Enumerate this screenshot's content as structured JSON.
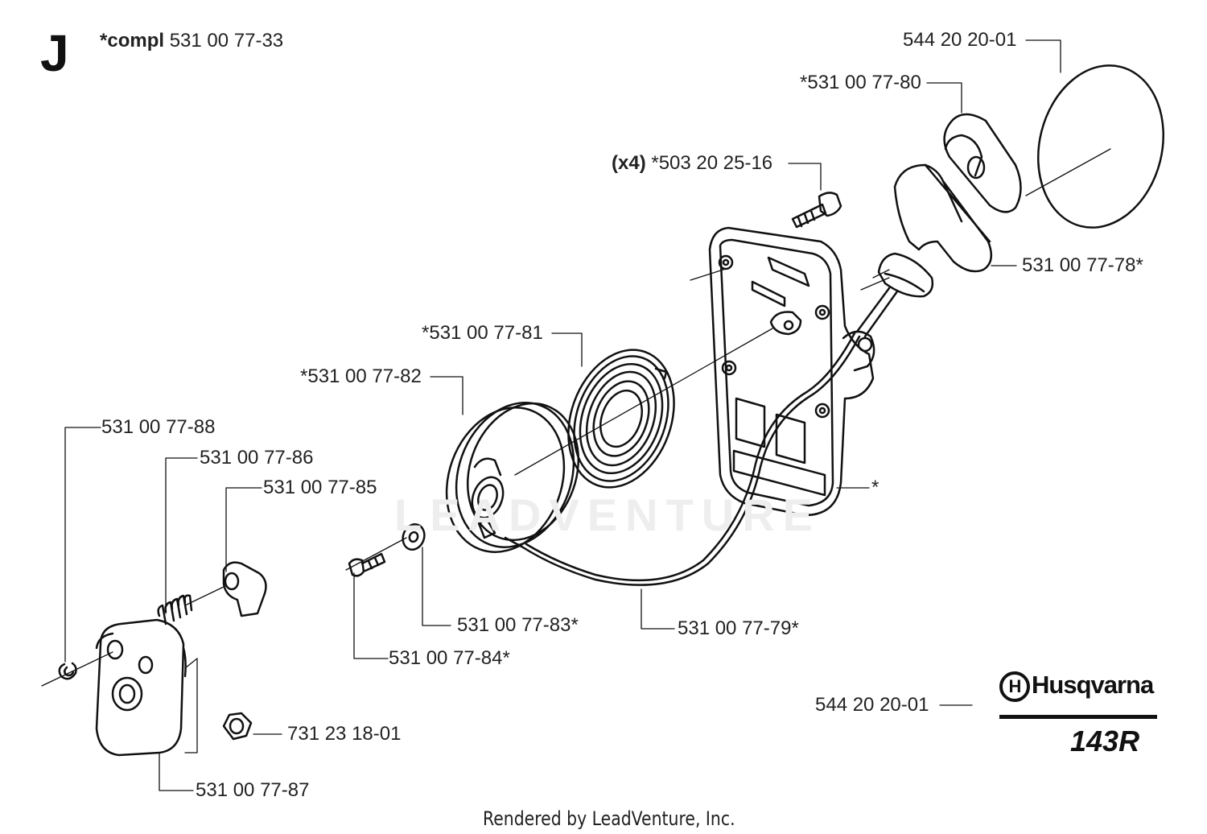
{
  "header": {
    "section_letter": "J",
    "compl_prefix": "*compl",
    "compl_number": "531 00 77-33"
  },
  "callouts": {
    "p544_top": "544 20 20-01",
    "p80": "*531 00 77-80",
    "qty4": "(x4)",
    "p503": "*503 20 25-16",
    "p78": "531 00 77-78*",
    "p81": "*531 00 77-81",
    "p82": "*531 00 77-82",
    "star": "*",
    "p88": "531 00 77-88",
    "p86": "531 00 77-86",
    "p85": "531 00 77-85",
    "p83": "531 00 77-83*",
    "p79": "531 00 77-79*",
    "p84": "531 00 77-84*",
    "p731": "731 23 18-01",
    "p87": "531 00 77-87",
    "p544_bottom": "544 20 20-01"
  },
  "brand": {
    "logo_letter": "H",
    "name": "Husqvarna",
    "model": "143R"
  },
  "watermark": "LEADVENTURE",
  "footer": "Rendered by LeadVenture, Inc."
}
